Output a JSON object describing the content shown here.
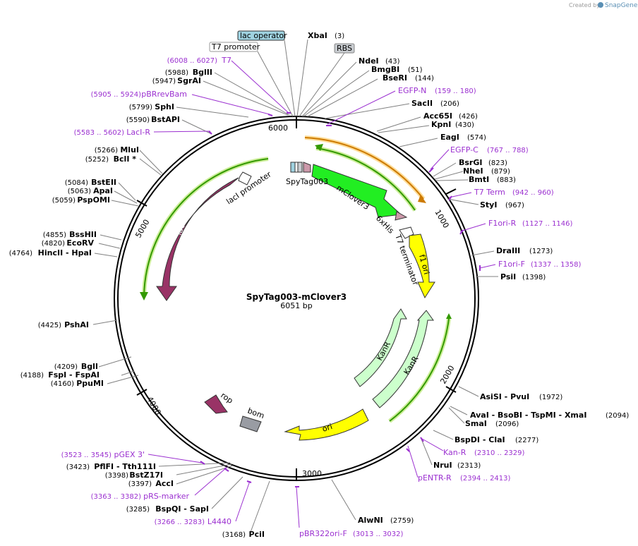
{
  "header": {
    "credit_prefix": "Created by",
    "credit_brand": "SnapGene"
  },
  "plasmid": {
    "name": "SpyTag003-mClover3",
    "length_label": "6051 bp"
  },
  "ticks": [
    {
      "label": "1000"
    },
    {
      "label": "2000"
    },
    {
      "label": "3000"
    },
    {
      "label": "4000"
    },
    {
      "label": "5000"
    },
    {
      "label": "6000"
    }
  ],
  "boxed_labels": [
    {
      "text": "lac operator",
      "fill": "#9fd2e0"
    },
    {
      "text": "T7 promoter",
      "fill": "#ffffff"
    },
    {
      "text": "RBS",
      "fill": "#c8ccd0"
    }
  ],
  "enzymes_right": [
    {
      "name": "XbaI",
      "pos": "(3)"
    },
    {
      "name": "NdeI",
      "pos": "(43)"
    },
    {
      "name": "BmgBI",
      "pos": "(51)"
    },
    {
      "name": "BseRI",
      "pos": "(144)"
    },
    {
      "name": "SacII",
      "pos": "(206)"
    },
    {
      "name": "Acc65I",
      "pos": "(426)"
    },
    {
      "name": "KpnI",
      "pos": "(430)"
    },
    {
      "name": "EagI",
      "pos": "(574)"
    },
    {
      "name": "BsrGI",
      "pos": "(823)"
    },
    {
      "name": "NheI",
      "pos": "(879)"
    },
    {
      "name": "BmtI",
      "pos": "(883)"
    },
    {
      "name": "StyI",
      "pos": "(967)"
    },
    {
      "name": "DraIII",
      "pos": "(1273)"
    },
    {
      "name": "PsiI",
      "pos": "(1398)"
    },
    {
      "name": "AsiSI - PvuI",
      "pos": "(1972)"
    },
    {
      "name": "AvaI - BsoBI - TspMI - XmaI",
      "pos": "(2094)"
    },
    {
      "name": "SmaI",
      "pos": "(2096)"
    },
    {
      "name": "BspDI - ClaI",
      "pos": "(2277)"
    },
    {
      "name": "NruI",
      "pos": "(2313)"
    },
    {
      "name": "AlwNI",
      "pos": "(2759)"
    }
  ],
  "enzymes_left": [
    {
      "name": "BglII",
      "pos": "(5988)"
    },
    {
      "name": "SgrAI",
      "pos": "(5947)"
    },
    {
      "name": "SphI",
      "pos": "(5799)"
    },
    {
      "name": "BstAPI",
      "pos": "(5590)"
    },
    {
      "name": "MluI",
      "pos": "(5266)"
    },
    {
      "name": "BclI *",
      "pos": "(5252)"
    },
    {
      "name": "BstEII",
      "pos": "(5084)"
    },
    {
      "name": "ApaI",
      "pos": "(5063)"
    },
    {
      "name": "PspOMI",
      "pos": "(5059)"
    },
    {
      "name": "BssHII",
      "pos": "(4855)"
    },
    {
      "name": "EcoRV",
      "pos": "(4820)"
    },
    {
      "name": "HincII - HpaI",
      "pos": "(4764)"
    },
    {
      "name": "PshAI",
      "pos": "(4425)"
    },
    {
      "name": "BglI",
      "pos": "(4209)"
    },
    {
      "name": "FspI - FspAI",
      "pos": "(4188)"
    },
    {
      "name": "PpuMI",
      "pos": "(4160)"
    },
    {
      "name": "PflFI - Tth111I",
      "pos": "(3423)"
    },
    {
      "name": "BstZ17I",
      "pos": "(3398)"
    },
    {
      "name": "AccI",
      "pos": "(3397)"
    },
    {
      "name": "BspQI - SapI",
      "pos": "(3285)"
    },
    {
      "name": "PciI",
      "pos": "(3168)"
    }
  ],
  "primers_right": [
    {
      "name": "EGFP-N",
      "pos": "(159 .. 180)"
    },
    {
      "name": "EGFP-C",
      "pos": "(767 .. 788)"
    },
    {
      "name": "T7 Term",
      "pos": "(942 .. 960)"
    },
    {
      "name": "F1ori-R",
      "pos": "(1127 .. 1146)"
    },
    {
      "name": "F1ori-F",
      "pos": "(1337 .. 1358)"
    },
    {
      "name": "Kan-R",
      "pos": "(2310 .. 2329)"
    },
    {
      "name": "pENTR-R",
      "pos": "(2394 .. 2413)"
    },
    {
      "name": "pBR322ori-F",
      "pos": "(3013 .. 3032)"
    }
  ],
  "primers_left": [
    {
      "name": "T7",
      "pos": "(6008 .. 6027)"
    },
    {
      "name": "pBRrevBam",
      "pos": "(5905 .. 5924)"
    },
    {
      "name": "LacI-R",
      "pos": "(5583 .. 5602)"
    },
    {
      "name": "pGEX 3'",
      "pos": "(3523 .. 3545)"
    },
    {
      "name": "pRS-marker",
      "pos": "(3363 .. 3382)"
    },
    {
      "name": "L4440",
      "pos": "(3266 .. 3283)"
    }
  ],
  "features": [
    {
      "label": "SpyTag003"
    },
    {
      "label": "mClover3"
    },
    {
      "label": "6xHis"
    },
    {
      "label": "T7 terminator"
    },
    {
      "label": "f1 ori"
    },
    {
      "label": "KanR"
    },
    {
      "label": "KanR"
    },
    {
      "label": "ori"
    },
    {
      "label": "bom"
    },
    {
      "label": "rop"
    },
    {
      "label": "lacI"
    },
    {
      "label": "lacI promoter"
    }
  ],
  "colors": {
    "mclover3": "#22ee22",
    "f1ori": "#ffff00",
    "kanr": "#ccffcc",
    "ori": "#ffff00",
    "laci": "#993366",
    "rop": "#993366",
    "bom": "#999ca3",
    "primer": "#9b30d0",
    "orf_green": "#339900",
    "orf_orange": "#cc7a00"
  }
}
